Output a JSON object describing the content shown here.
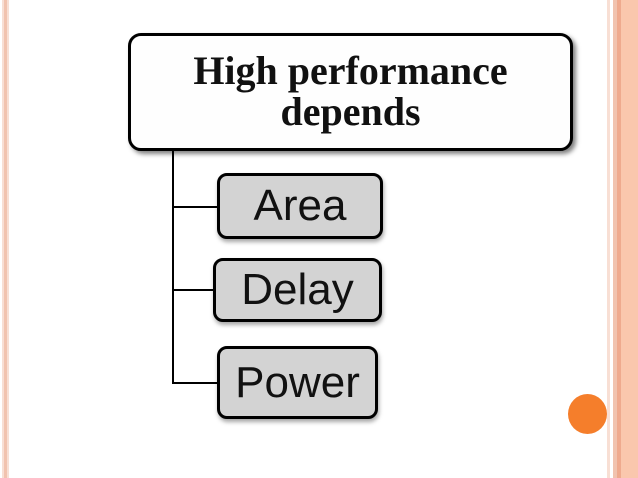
{
  "slide": {
    "type": "presentation-slide"
  },
  "diagram": {
    "root": {
      "label": "High performance depends"
    },
    "children": [
      {
        "label": "Area"
      },
      {
        "label": "Delay"
      },
      {
        "label": "Power"
      }
    ]
  },
  "colors": {
    "background": "#FFFFFF",
    "box_border": "#000000",
    "root_fill": "#FEFEFE",
    "child_fill": "#D3D3D3",
    "connector": "#000000",
    "text": "#111111",
    "accent_circle": "#F57E2B",
    "stripe_light": "#F8DFD4",
    "stripe_medium": "#F1C3AF",
    "stripe_dark": "#EFAA8E",
    "stripe_band": "#FAC7AD"
  }
}
